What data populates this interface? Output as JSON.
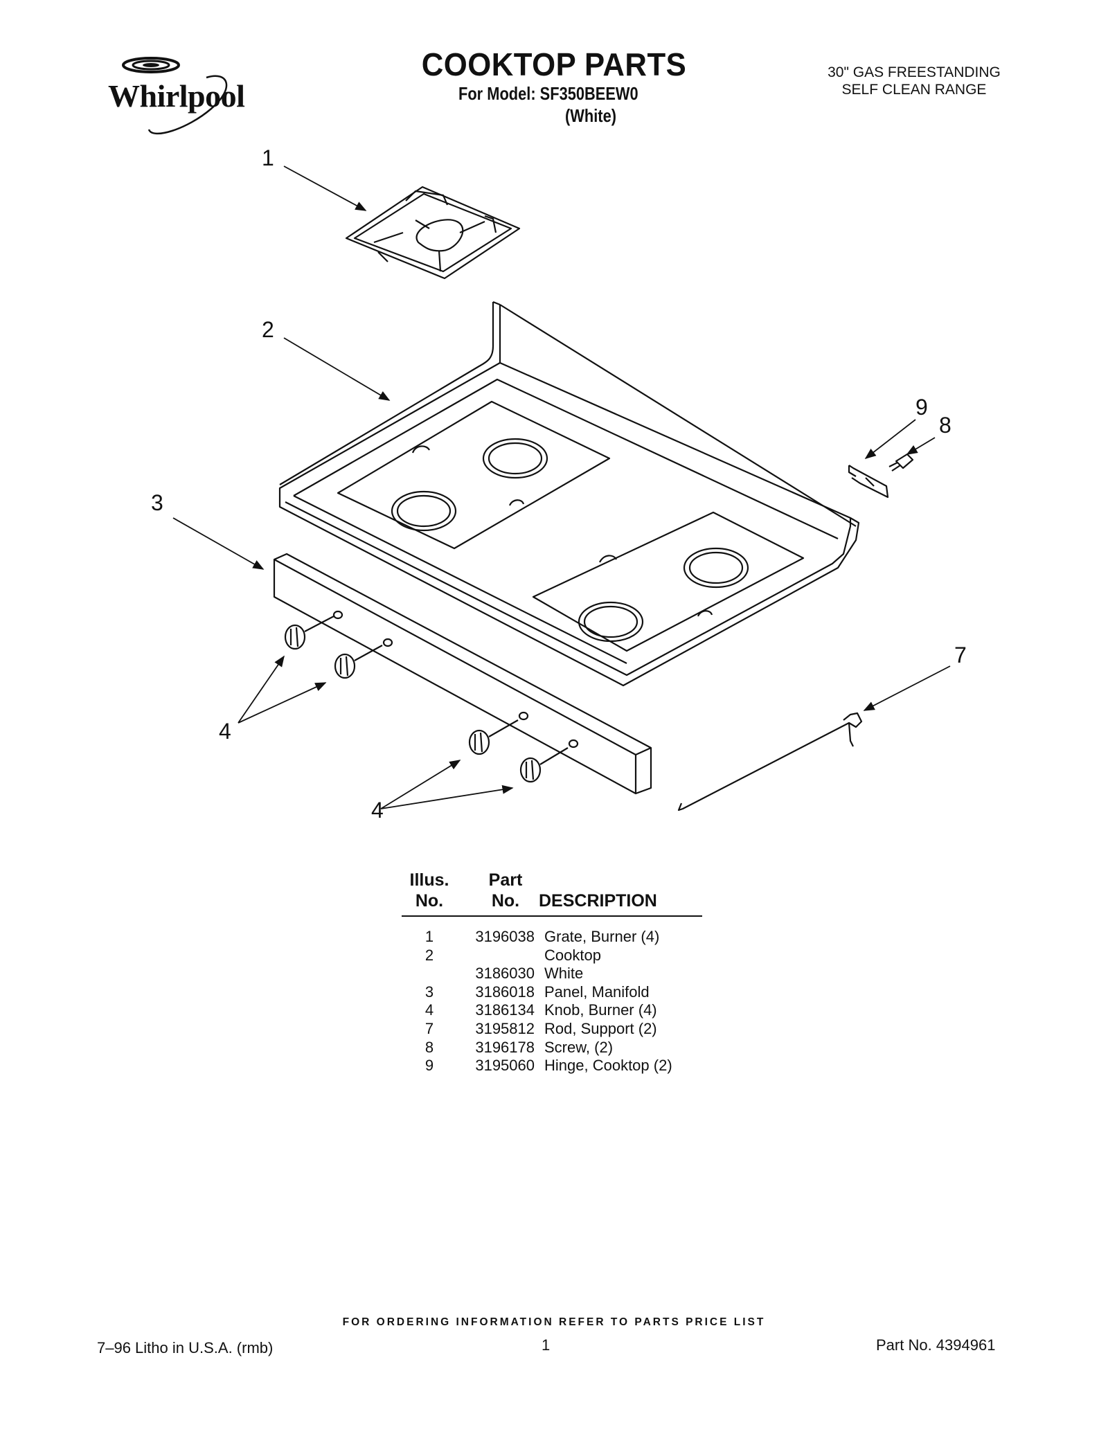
{
  "header": {
    "brand": "Whirlpool",
    "title": "COOKTOP PARTS",
    "model_line": "For Model: SF350BEEW0",
    "color_line": "(White)",
    "range_line1": "30\" GAS FREESTANDING",
    "range_line2": "SELF CLEAN RANGE"
  },
  "diagram": {
    "callouts": [
      "1",
      "2",
      "3",
      "4",
      "4",
      "9",
      "8",
      "7"
    ]
  },
  "parts_table": {
    "headers": {
      "illus_1": "Illus.",
      "illus_2": "No.",
      "part_1": "Part",
      "part_2": "No.",
      "description": "DESCRIPTION"
    },
    "rows": [
      {
        "illus": "1",
        "part": "3196038",
        "desc": "Grate, Burner (4)"
      },
      {
        "illus": "2",
        "part": "",
        "desc": "Cooktop"
      },
      {
        "illus": "",
        "part": "3186030",
        "desc": "White"
      },
      {
        "illus": "3",
        "part": "3186018",
        "desc": "Panel, Manifold"
      },
      {
        "illus": "4",
        "part": "3186134",
        "desc": "Knob, Burner (4)"
      },
      {
        "illus": "7",
        "part": "3195812",
        "desc": "Rod, Support (2)"
      },
      {
        "illus": "8",
        "part": "3196178",
        "desc": "Screw, (2)"
      },
      {
        "illus": "9",
        "part": "3195060",
        "desc": "Hinge, Cooktop (2)"
      }
    ]
  },
  "footer": {
    "ordering": "FOR ORDERING INFORMATION REFER TO PARTS PRICE LIST",
    "litho": "7–96 Litho in U.S.A. (rmb)",
    "page": "1",
    "part_no": "Part No. 4394961"
  }
}
